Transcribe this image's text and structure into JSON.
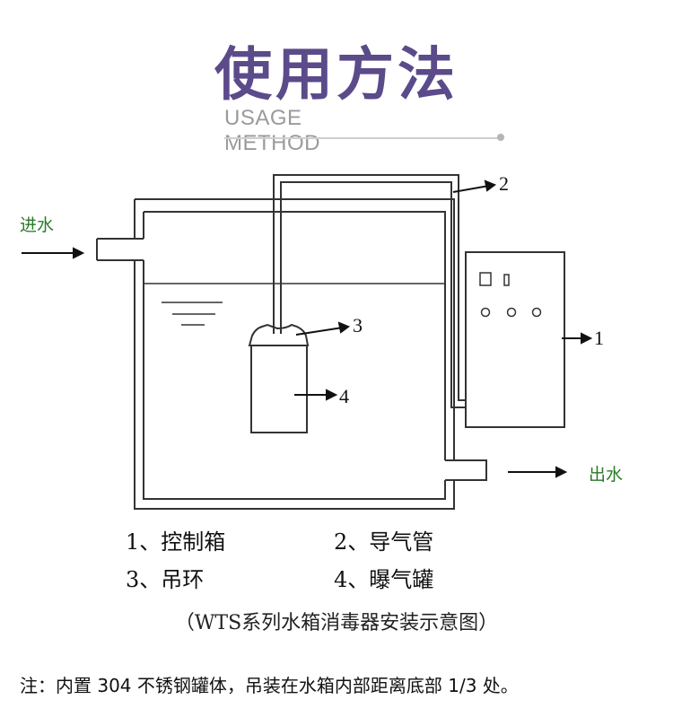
{
  "header": {
    "title": "使用方法",
    "subtitle": "USAGE METHOD"
  },
  "diagram": {
    "inlet_label": "进水",
    "outlet_label": "出水",
    "callouts": [
      "1",
      "2",
      "3",
      "4"
    ]
  },
  "legend": {
    "items": [
      "1、控制箱",
      "2、导气管",
      "3、吊环",
      "4、曝气罐"
    ],
    "caption": "（WTS系列水箱消毒器安装示意图）"
  },
  "note": "注：内置 304 不锈钢罐体，吊装在水箱内部距离底部 1/3 处。",
  "colors": {
    "title": "#5b4b8a",
    "subtitle": "#9a9a9a",
    "flow_text": "#2a7a2a",
    "lines": "#222222"
  }
}
